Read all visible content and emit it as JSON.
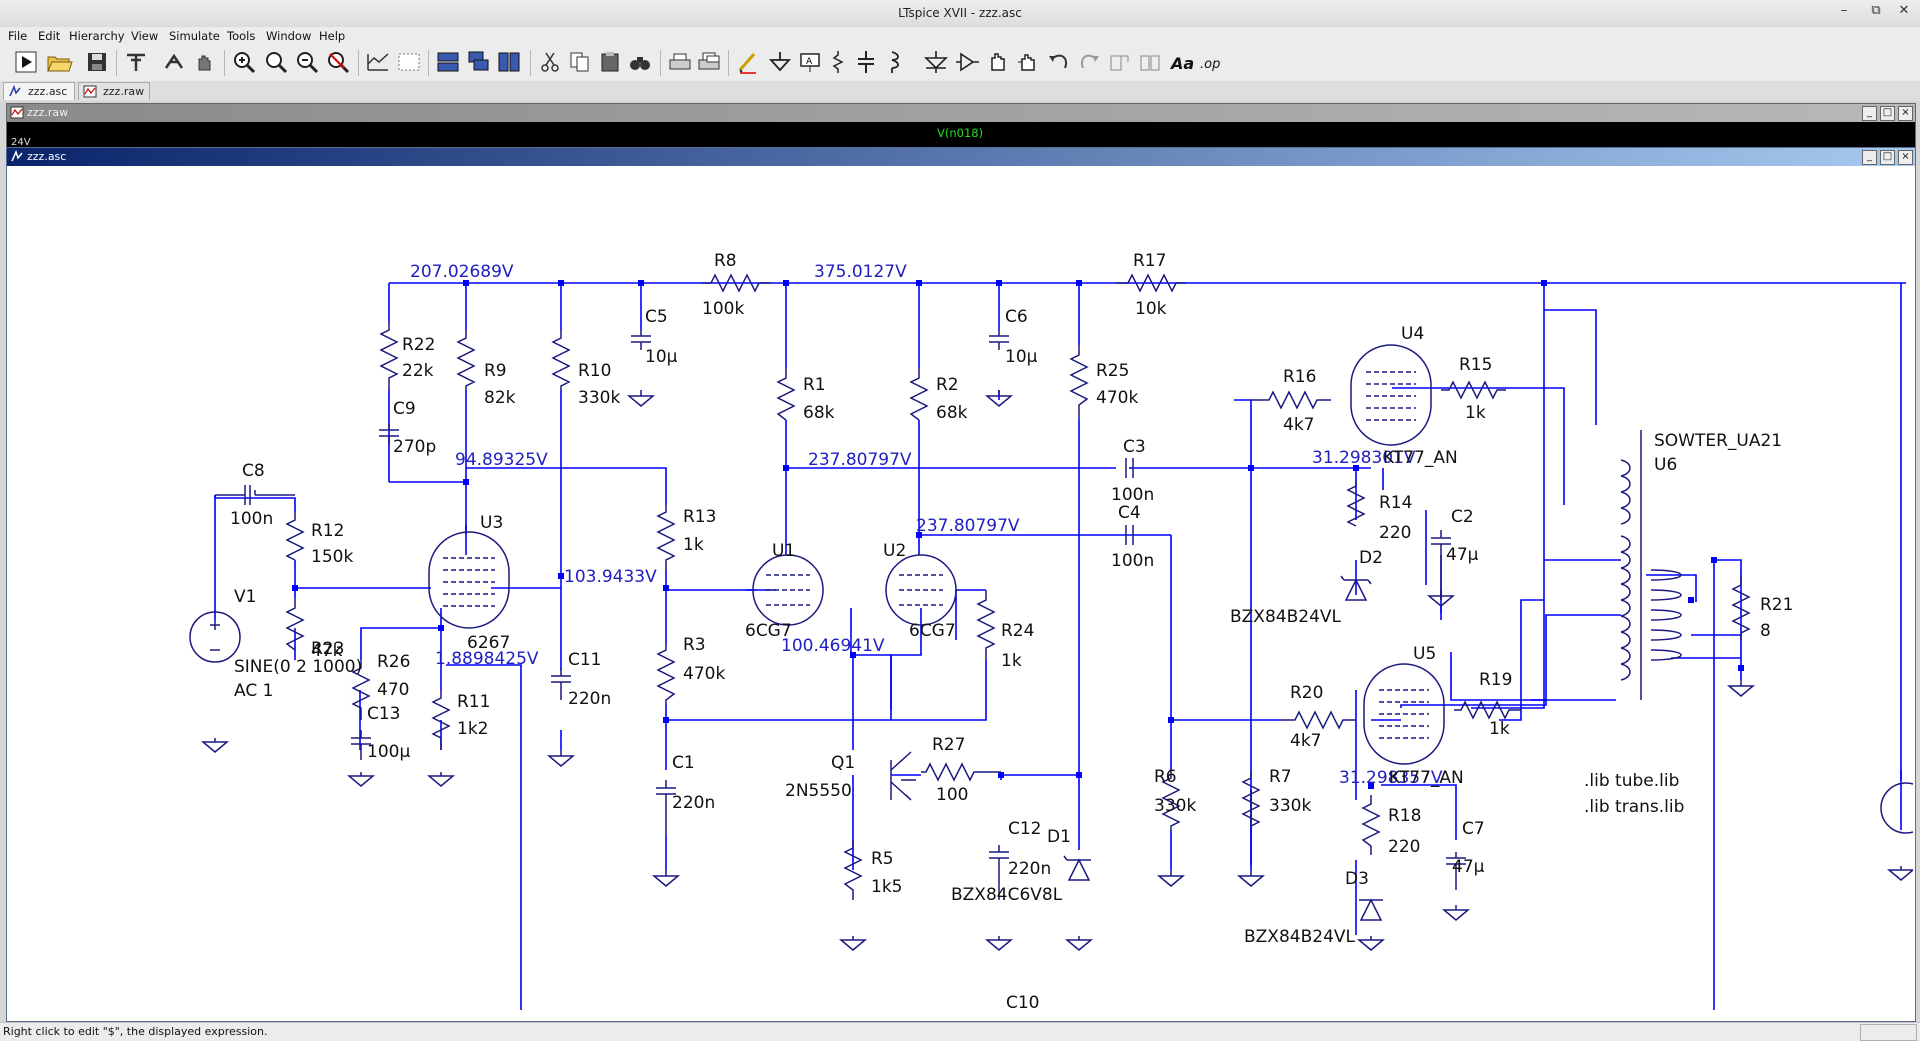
{
  "window": {
    "title": "LTspice XVII - zzz.asc",
    "minimize": "–",
    "restore": "⧉",
    "close": "✕"
  },
  "menu": [
    "File",
    "Edit",
    "Hierarchy",
    "View",
    "Simulate",
    "Tools",
    "Window",
    "Help"
  ],
  "toolbar_icons": [
    "run-icon",
    "open-icon",
    "save-icon",
    "control-panel-icon",
    "halt-icon",
    "pan-hand-icon",
    "zoom-in-icon",
    "zoom-full-icon",
    "zoom-out-icon",
    "zoom-cancel-icon",
    "autorange-icon",
    "plot-settings-icon",
    "tile-horizontal-icon",
    "cascade-icon",
    "tile-vertical-icon",
    "cut-icon",
    "copy-icon",
    "paste-icon",
    "find-icon",
    "print-icon",
    "print-preview-icon",
    "wire-icon",
    "ground-icon",
    "label-net-icon",
    "resistor-icon",
    "capacitor-icon",
    "inductor-icon",
    "diode-icon",
    "component-icon",
    "move-icon",
    "drag-icon",
    "undo-icon",
    "redo-icon",
    "rotate-icon",
    "mirror-icon",
    "text-icon",
    "spice-directive-icon"
  ],
  "tabs": [
    {
      "label": "zzz.asc",
      "active": true
    },
    {
      "label": "zzz.raw",
      "active": false
    }
  ],
  "plot_window": {
    "title": "zzz.raw",
    "trace": "V(n018)",
    "axis_label": "24V",
    "trace_color": "#22dd22"
  },
  "schematic_window": {
    "title": "zzz.asc"
  },
  "status_text": "Right click to edit \"$\", the displayed expression.",
  "colors": {
    "wire": "#0000ff",
    "symbol": "#1a1a80",
    "label": "#2020c0",
    "title_gradient": "#0a246a"
  },
  "schematic": {
    "node_voltages": [
      "207.02689V",
      "375.0127V",
      "94.89325V",
      "237.80797V",
      "237.80797V",
      "103.9433V",
      "100.46941V",
      "1.8898425V",
      "31.298301V",
      "31.298357V"
    ],
    "components": {
      "R8": "100k",
      "R17": "10k",
      "C5": "10µ",
      "C6": "10µ",
      "R22": "22k",
      "R9": "82k",
      "R10": "330k",
      "R1": "68k",
      "R2": "68k",
      "R25": "470k",
      "R16": "4k7",
      "R15": "1k",
      "C9": "270p",
      "C8": "100n",
      "C3": "100n",
      "C4": "100n",
      "R12": "150k",
      "R13": "1k",
      "R14": "220",
      "C2": "47µ",
      "R23": "47k",
      "R26": "470",
      "C13": "100µ",
      "R11": "1k2",
      "C11": "220n",
      "R3": "470k",
      "R24": "1k",
      "R20": "4k7",
      "R19": "1k",
      "R21": "8",
      "C1": "220n",
      "R27": "100",
      "R6": "330k",
      "R7": "330k",
      "R18": "220",
      "C7": "47µ",
      "R5": "1k5",
      "C12": "220n"
    },
    "devices": {
      "U1": "6CG7",
      "U2": "6CG7",
      "U3": "6267",
      "U4": "KT77_AN",
      "U5": "KT77_AN",
      "U6": "SOWTER_UA21",
      "Q1": "2N5550",
      "D1": "BZX84C6V8L",
      "D2": "BZX84B24VL",
      "D3": "BZX84B24VL",
      "V1_line1": "SINE(0 2 1000)",
      "V1_line2": "AC 1",
      "C10": "C10"
    },
    "directives": [
      ".lib tube.lib",
      ".lib trans.lib"
    ]
  }
}
